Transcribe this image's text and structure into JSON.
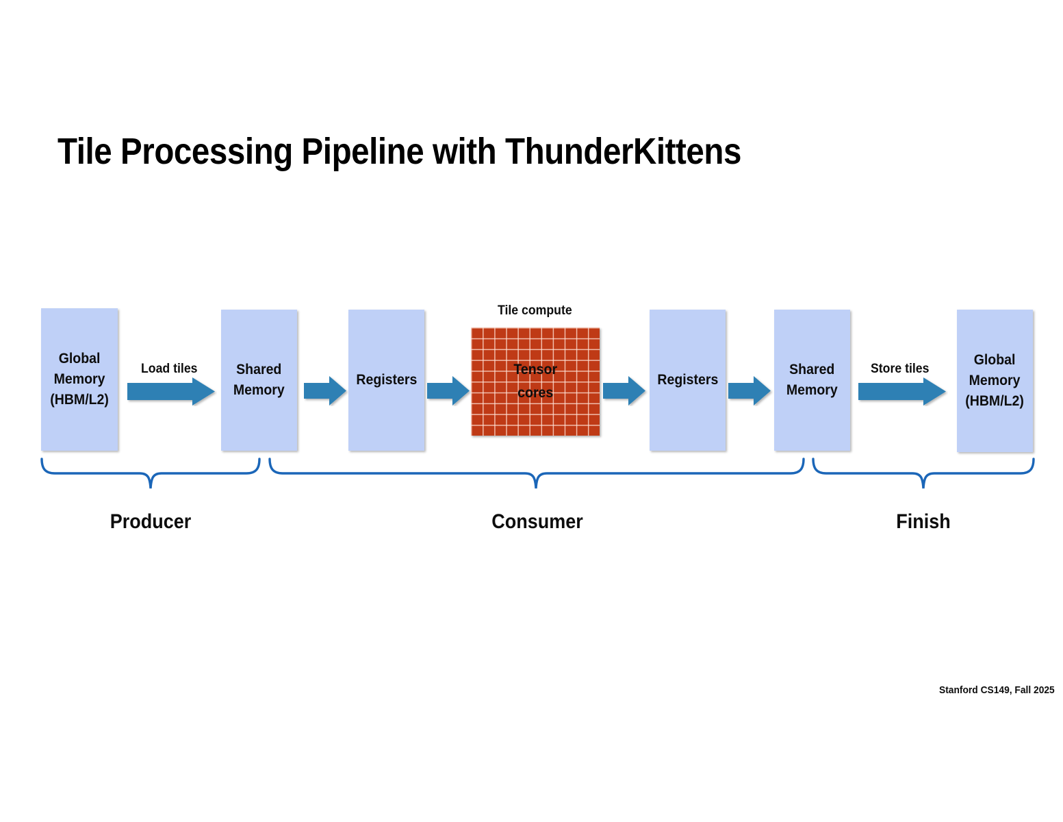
{
  "slide": {
    "title": "Tile Processing Pipeline with ThunderKittens",
    "footer": "Stanford CS149, Fall 2025",
    "background_color": "#FFFFFF"
  },
  "colors": {
    "memory_box_fill": "#BFD0F7",
    "arrow_fill": "#2E80B4",
    "tensor_tile_fill": "#BF3A16",
    "tensor_grid_line": "#FFE2D6",
    "brace_stroke": "#1B66B8",
    "text": "#0D0D0D"
  },
  "pipeline": {
    "stages": [
      {
        "id": "global-memory-in",
        "label": "Global\nMemory\n(HBM/L2)",
        "kind": "memory-box"
      },
      {
        "id": "shared-memory-in",
        "label": "Shared\nMemory",
        "kind": "memory-box"
      },
      {
        "id": "registers-in",
        "label": "Registers",
        "kind": "memory-box"
      },
      {
        "id": "tensor-cores",
        "label": "Tensor\ncores",
        "kind": "compute-tile"
      },
      {
        "id": "registers-out",
        "label": "Registers",
        "kind": "memory-box"
      },
      {
        "id": "shared-memory-out",
        "label": "Shared\nMemory",
        "kind": "memory-box"
      },
      {
        "id": "global-memory-out",
        "label": "Global\nMemory\n(HBM/L2)",
        "kind": "memory-box"
      }
    ],
    "arrow_captions": {
      "load": "Load tiles",
      "store": "Store tiles",
      "compute": "Tile compute"
    },
    "groups": [
      {
        "id": "producer",
        "label": "Producer"
      },
      {
        "id": "consumer",
        "label": "Consumer"
      },
      {
        "id": "finish",
        "label": "Finish"
      }
    ]
  }
}
